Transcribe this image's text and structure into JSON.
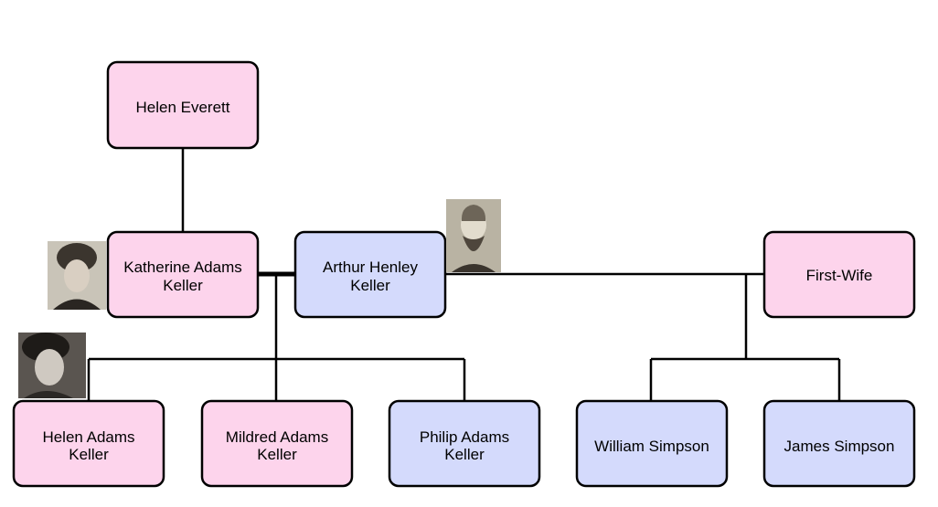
{
  "people": {
    "helen_everett": {
      "name": "Helen Everett",
      "gender": "female"
    },
    "katherine": {
      "name_line1": "Katherine Adams",
      "name_line2": "Keller",
      "gender": "female"
    },
    "arthur": {
      "name_line1": "Arthur Henley",
      "name_line2": "Keller",
      "gender": "male"
    },
    "first_wife": {
      "name": "First-Wife",
      "gender": "female"
    },
    "helen_adams": {
      "name_line1": "Helen Adams",
      "name_line2": "Keller",
      "gender": "female"
    },
    "mildred": {
      "name_line1": "Mildred Adams",
      "name_line2": "Keller",
      "gender": "female"
    },
    "philip": {
      "name_line1": "Philip Adams",
      "name_line2": "Keller",
      "gender": "male"
    },
    "william": {
      "name": "William Simpson",
      "gender": "male"
    },
    "james": {
      "name": "James Simpson",
      "gender": "male"
    }
  },
  "colors": {
    "female": "#fdd4ec",
    "male": "#d4dafc",
    "line": "#000000"
  }
}
